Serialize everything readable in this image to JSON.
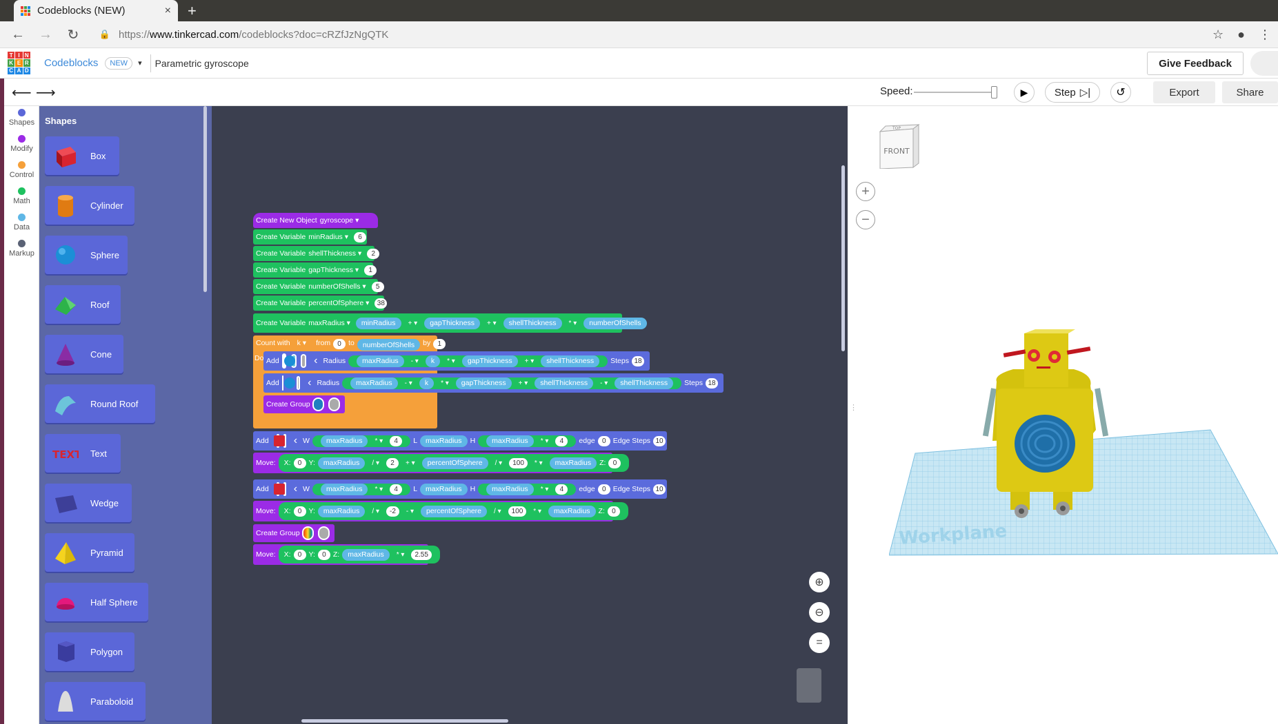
{
  "browser": {
    "tab_title": "Codeblocks (NEW)",
    "tab_close": "×",
    "new_tab": "+",
    "url_scheme": "https://",
    "url_host": "www.tinkercad.com",
    "url_path": "/codeblocks?doc=cRZfJzNgQTK"
  },
  "app": {
    "logo_letters": [
      "T",
      "I",
      "N",
      "K",
      "E",
      "R",
      "C",
      "A",
      "D"
    ],
    "app_name": "Codeblocks",
    "new_badge": "NEW",
    "doc_name": "Parametric gyroscope",
    "feedback_label": "Give Feedback"
  },
  "toolbar": {
    "speed_label": "Speed:",
    "step_label": "Step",
    "export_label": "Export",
    "share_label": "Share",
    "speed_level": 0.85
  },
  "categories": [
    {
      "label": "Shapes",
      "color": "#5b67d8"
    },
    {
      "label": "Modify",
      "color": "#9b2be6"
    },
    {
      "label": "Control",
      "color": "#f5a03a"
    },
    {
      "label": "Math",
      "color": "#1ec15f"
    },
    {
      "label": "Data",
      "color": "#5fb7e6"
    },
    {
      "label": "Markup",
      "color": "#5a6275"
    }
  ],
  "flyout": {
    "title": "Shapes",
    "shapes": [
      {
        "label": "Box",
        "color": "#d8242f"
      },
      {
        "label": "Cylinder",
        "color": "#f08c1e"
      },
      {
        "label": "Sphere",
        "color": "#1b8fd6"
      },
      {
        "label": "Roof",
        "color": "#2db34a"
      },
      {
        "label": "Cone",
        "color": "#8a2ca4"
      },
      {
        "label": "Round Roof",
        "color": "#6cc5da"
      },
      {
        "label": "Text",
        "color": "#d8242f"
      },
      {
        "label": "Wedge",
        "color": "#3d3f98"
      },
      {
        "label": "Pyramid",
        "color": "#f5d31e"
      },
      {
        "label": "Half Sphere",
        "color": "#e3197d"
      },
      {
        "label": "Polygon",
        "color": "#3a3c9e"
      },
      {
        "label": "Paraboloid",
        "color": "#d8d8d8"
      }
    ]
  },
  "blocks": {
    "create_object": {
      "label": "Create New Object",
      "name": "gyroscope"
    },
    "variables": [
      {
        "label": "Create Variable",
        "name": "minRadius",
        "value": "6"
      },
      {
        "label": "Create Variable",
        "name": "shellThickness",
        "value": "2"
      },
      {
        "label": "Create Variable",
        "name": "gapThickness",
        "value": "1"
      },
      {
        "label": "Create Variable",
        "name": "numberOfShells",
        "value": "5"
      },
      {
        "label": "Create Variable",
        "name": "percentOfSphere",
        "value": "38"
      }
    ],
    "max_radius": {
      "label": "Create Variable",
      "name": "maxRadius",
      "a": "minRadius",
      "op1": "+",
      "b": "gapThickness",
      "op2": "+",
      "c": "shellThickness",
      "op3": "*",
      "d": "numberOfShells"
    },
    "loop": {
      "label": "Count with",
      "var": "k",
      "from_label": "from",
      "from": "0",
      "to_label": "to",
      "to": "numberOfShells",
      "by_label": "by",
      "by": "1",
      "do_label": "Do"
    },
    "add1": {
      "label": "Add",
      "radius_label": "Radius",
      "a": "maxRadius",
      "op1": "-",
      "b": "k",
      "op2": "*",
      "c": "gapThickness",
      "op3": "+",
      "d": "shellThickness",
      "steps_label": "Steps",
      "steps": "18"
    },
    "add2": {
      "label": "Add",
      "radius_label": "Radius",
      "a": "maxRadius",
      "op1": "-",
      "b": "k",
      "op2": "*",
      "c": "gapThickness",
      "op3": "+",
      "d": "shellThickness",
      "op4": "-",
      "e": "shellThickness",
      "steps_label": "Steps",
      "steps": "18"
    },
    "group_inner": {
      "label": "Create Group"
    },
    "box1": {
      "label": "Add",
      "w_label": "W",
      "a": "maxRadius",
      "op1": "*",
      "n1": "4",
      "l_label": "L",
      "b": "maxRadius",
      "h_label": "H",
      "c": "maxRadius",
      "op2": "*",
      "n2": "4",
      "edge_label": "edge",
      "edge": "0",
      "steps_label": "Edge Steps",
      "steps": "10"
    },
    "move1": {
      "label": "Move:",
      "x_label": "X:",
      "x": "0",
      "y_label": "Y:",
      "a": "maxRadius",
      "op1": "/",
      "n1": "2",
      "op2": "+",
      "b": "percentOfSphere",
      "op3": "/",
      "n2": "100",
      "op4": "*",
      "c": "maxRadius",
      "z_label": "Z:",
      "z": "0"
    },
    "box2": {
      "label": "Add",
      "w_label": "W",
      "a": "maxRadius",
      "op1": "*",
      "n1": "4",
      "l_label": "L",
      "b": "maxRadius",
      "h_label": "H",
      "c": "maxRadius",
      "op2": "*",
      "n2": "4",
      "edge_label": "edge",
      "edge": "0",
      "steps_label": "Edge Steps",
      "steps": "10"
    },
    "move2": {
      "label": "Move:",
      "x_label": "X:",
      "x": "0",
      "y_label": "Y:",
      "a": "maxRadius",
      "op1": "/",
      "n1": "-2",
      "op2": "-",
      "b": "percentOfSphere",
      "op3": "/",
      "n2": "100",
      "op4": "*",
      "c": "maxRadius",
      "z_label": "Z:",
      "z": "0"
    },
    "group_outer": {
      "label": "Create Group"
    },
    "move3": {
      "label": "Move:",
      "x_label": "X:",
      "x": "0",
      "y_label": "Y:",
      "y": "0",
      "z_label": "Z:",
      "a": "maxRadius",
      "op1": "*",
      "n1": "2.55"
    }
  },
  "viewer": {
    "viewcube_top": "TOP",
    "viewcube_front": "FRONT",
    "zoom_in": "+",
    "zoom_out": "−",
    "workplane_label": "Workplane"
  }
}
